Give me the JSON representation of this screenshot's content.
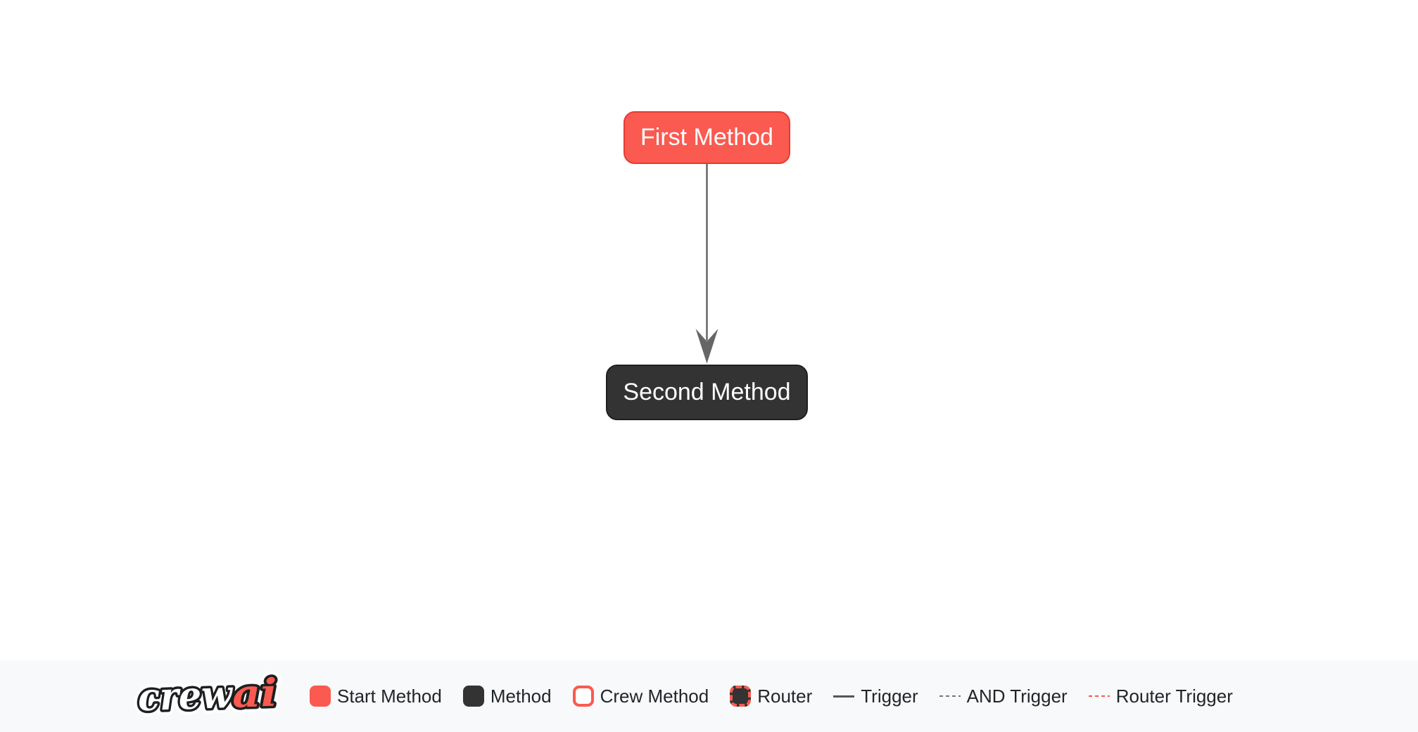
{
  "flow": {
    "nodes": [
      {
        "label": "First Method",
        "type": "start-method",
        "fill": "#FA5A50",
        "border": "#E83B30"
      },
      {
        "label": "Second Method",
        "type": "method",
        "fill": "#333333",
        "border": "#1F1F1F"
      }
    ],
    "edges": [
      {
        "from": "First Method",
        "to": "Second Method",
        "type": "trigger",
        "color": "#666666",
        "direction": "down"
      }
    ]
  },
  "footer": {
    "brand": {
      "crew": "crew",
      "ai": "ai"
    },
    "legend": [
      {
        "label": "Start Method",
        "swatch": "start-method-box"
      },
      {
        "label": "Method",
        "swatch": "method-box"
      },
      {
        "label": "Crew Method",
        "swatch": "crew-method-box"
      },
      {
        "label": "Router",
        "swatch": "router-box"
      },
      {
        "label": "Trigger",
        "swatch": "solid-line"
      },
      {
        "label": "AND Trigger",
        "swatch": "dashed-line"
      },
      {
        "label": "Router Trigger",
        "swatch": "red-dashed-line"
      }
    ]
  },
  "colors": {
    "red": "#FA5A50",
    "red-border": "#E83B30",
    "dark": "#333333",
    "dark-border": "#1F1F1F",
    "edge": "#666666",
    "footer-bg": "#F8F9FA",
    "label": "#212529",
    "line-solid": "#555555",
    "line-dashed": "#777777"
  }
}
